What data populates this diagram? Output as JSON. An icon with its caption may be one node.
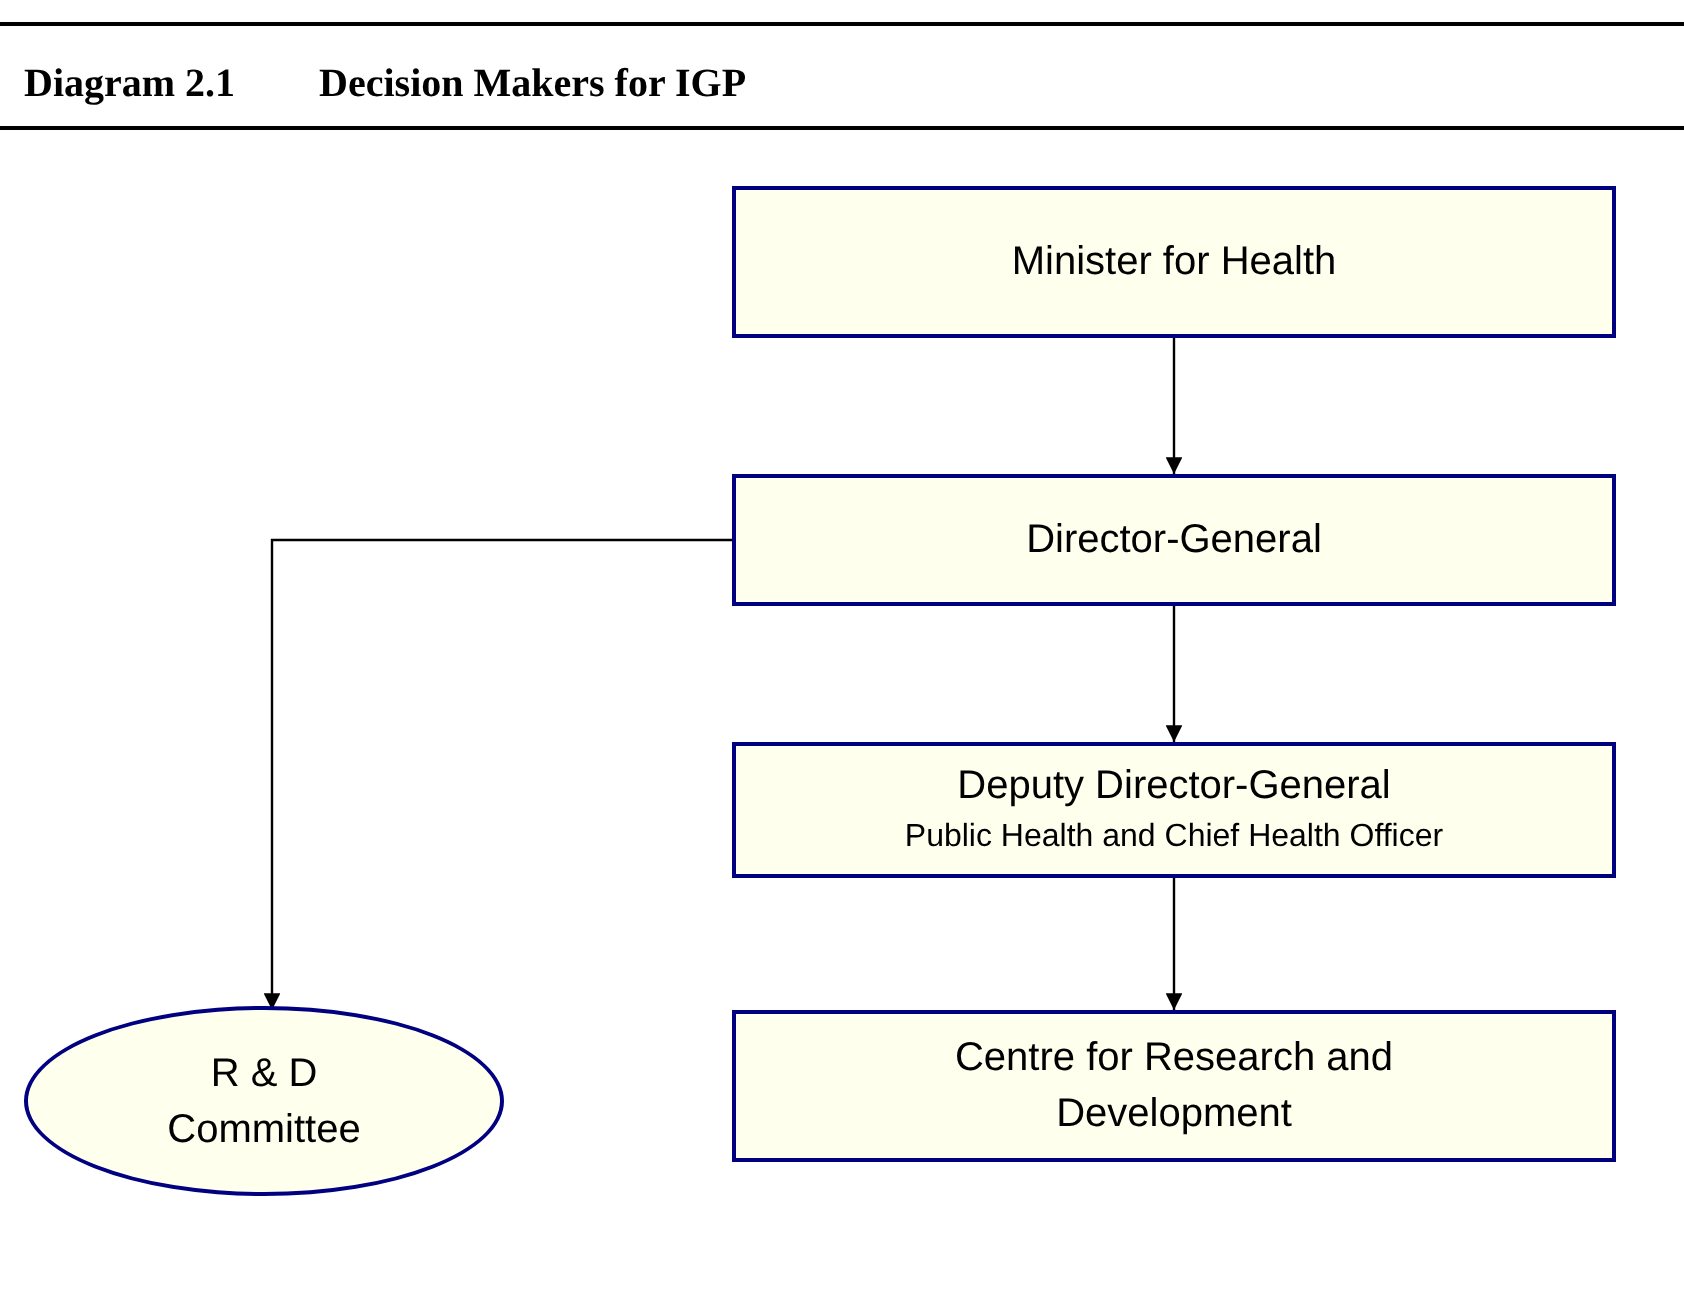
{
  "diagram": {
    "title": "Decision Makers for IGP",
    "labels": [
      "Diagram 2.1"
    ],
    "nodes": [
      {
        "text": [
          "Minister for Health"
        ]
      },
      {
        "text": [
          "Director-General"
        ]
      },
      {
        "text": [
          "Deputy Director-General",
          "Public Health and Chief Health Officer"
        ]
      },
      {
        "text": [
          "Centre for Research and Development"
        ]
      },
      {
        "text": [
          "R & D Committee"
        ]
      }
    ],
    "edges": [
      {
        "from": 0,
        "to": 1,
        "arrow": "to"
      },
      {
        "from": 1,
        "to": 2,
        "arrow": "to"
      },
      {
        "from": 2,
        "to": 3,
        "arrow": "to"
      },
      {
        "from": 1,
        "to": 4,
        "arrow": "to"
      }
    ]
  }
}
